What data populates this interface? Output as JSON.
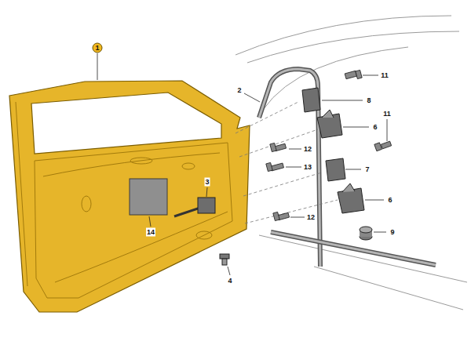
{
  "diagram": {
    "labels": [
      "1",
      "2",
      "11",
      "8",
      "11",
      "6",
      "12",
      "13",
      "7",
      "3",
      "6",
      "12",
      "14",
      "9",
      "4"
    ]
  }
}
